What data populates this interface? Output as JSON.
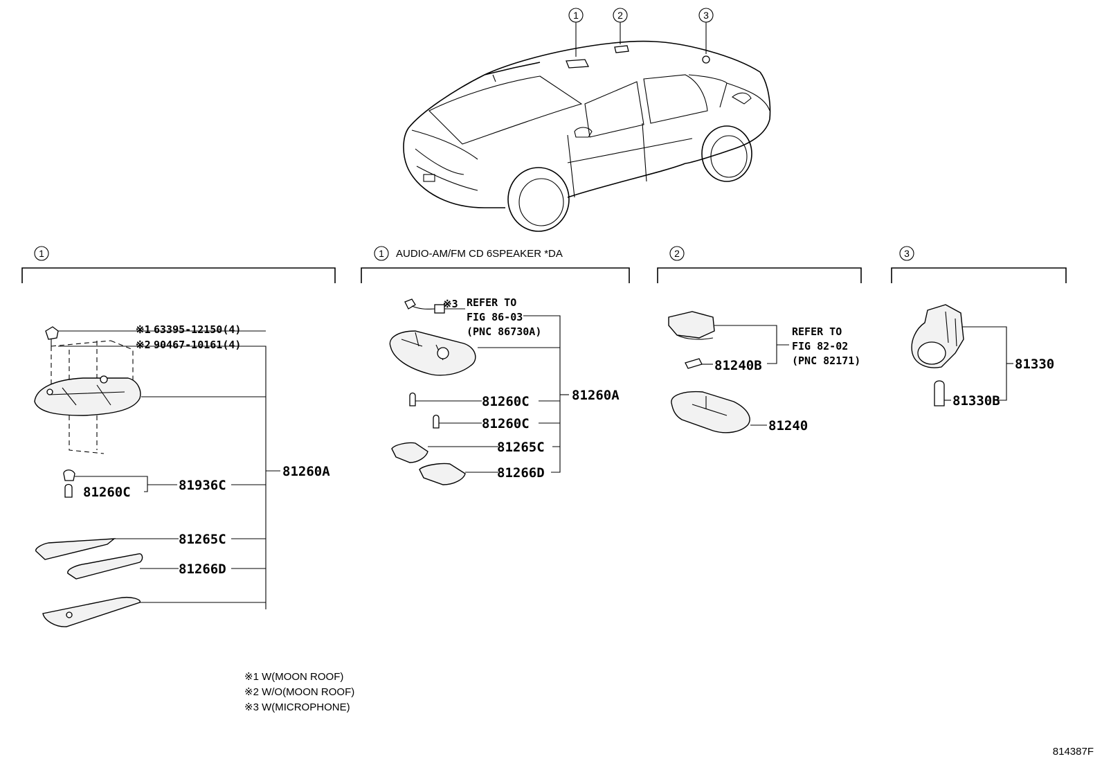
{
  "circle_labels": {
    "one": "1",
    "two": "2",
    "three": "3"
  },
  "sections": {
    "s1": {
      "note_m1": "※1",
      "note_m1_value": "63395-12150(4)",
      "note_m2": "※2",
      "note_m2_value": "90467-10161(4)",
      "parts": {
        "p81260C": "81260C",
        "p81936C": "81936C",
        "p81260A": "81260A",
        "p81265C": "81265C",
        "p81266D": "81266D"
      }
    },
    "s1b": {
      "header": "AUDIO-AM/FM CD 6SPEAKER *DA",
      "note_mark": "※3",
      "refer_line1": "REFER TO",
      "refer_line2": "FIG 86-03",
      "refer_line3": "(PNC 86730A)",
      "parts": {
        "p81260A": "81260A",
        "p81260C_1": "81260C",
        "p81260C_2": "81260C",
        "p81265C": "81265C",
        "p81266D": "81266D"
      }
    },
    "s2": {
      "refer_line1": "REFER TO",
      "refer_line2": "FIG 82-02",
      "refer_line3": "(PNC 82171)",
      "parts": {
        "p81240B": "81240B",
        "p81240": "81240"
      }
    },
    "s3": {
      "parts": {
        "p81330": "81330",
        "p81330B": "81330B"
      }
    }
  },
  "legend": [
    "※1 W(MOON ROOF)",
    "※2 W/O(MOON ROOF)",
    "※3 W(MICROPHONE)"
  ],
  "figure_id": "814387F"
}
